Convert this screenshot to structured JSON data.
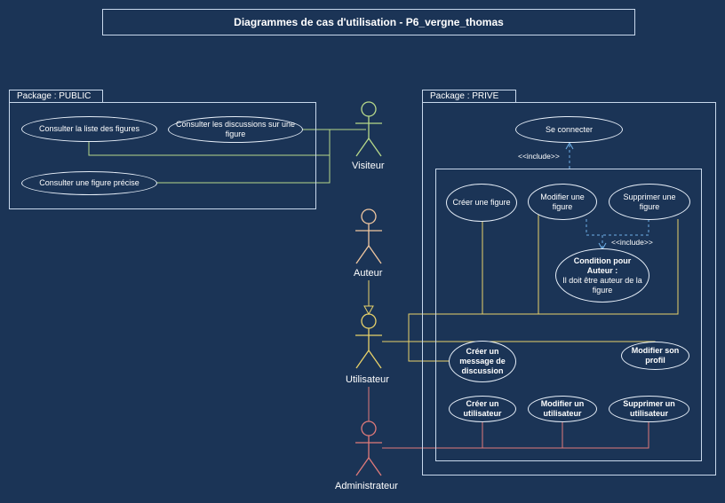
{
  "title": "Diagrammes de cas d'utilisation - P6_vergne_thomas",
  "packages": {
    "public": "Package : PUBLIC",
    "prive": "Package : PRIVE"
  },
  "actors": {
    "visiteur": "Visiteur",
    "auteur": "Auteur",
    "utilisateur": "Utilisateur",
    "administrateur": "Administrateur"
  },
  "use_cases": {
    "consulter_liste": "Consulter la liste des figures",
    "consulter_discussions": "Consulter les discussions sur une figure",
    "consulter_figure": "Consulter une figure précise",
    "se_connecter": "Se connecter",
    "creer_figure": "Créer une figure",
    "modifier_figure": "Modifier une figure",
    "supprimer_figure": "Supprimer une figure",
    "condition_title": "Condition pour Auteur :",
    "condition_text": "Il doit être auteur de la figure",
    "creer_message": "Créer un message de discussion",
    "modifier_profil": "Modifier son profil",
    "creer_utilisateur": "Créer un utilisateur",
    "modifier_utilisateur": "Modifier un utilisateur",
    "supprimer_utilisateur": "Supprimer un utilisateur"
  },
  "stereotypes": {
    "include_login": "<<include>>",
    "include_condition": "<<include>>"
  },
  "colors": {
    "background": "#1b3456",
    "border": "#c8d8ec",
    "visiteur": "#b7d98a",
    "auteur": "#f0c7a0",
    "utilisateur": "#e8d26a",
    "administrateur": "#e07a7a",
    "include": "#6fb0e8"
  }
}
